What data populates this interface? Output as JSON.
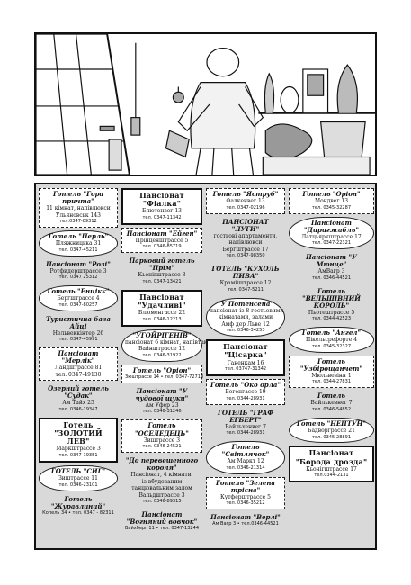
{
  "ads": {
    "c1": [
      {
        "style": "dash",
        "title": "Готель \"Гора причта\"",
        "lines": [
          "11 кімнат, напівлюкси",
          "Ульяновськ 143"
        ],
        "phone": "тел.0347-89312"
      },
      {
        "style": "oval",
        "title": "Готель \"Перль\"",
        "lines": [
          "Пляжницька 31"
        ],
        "phone": "тел. 0347-45211"
      },
      {
        "style": "plain",
        "title": "Пансіонат \"Розі\"",
        "lines": [
          "Ротфидерштрассе 3"
        ],
        "phone": "тел. 0347 25312"
      },
      {
        "style": "oval",
        "title": "Готель \"Енцікк\"",
        "lines": [
          "Бергштрассе 4"
        ],
        "phone": "тел. 0347-80257"
      },
      {
        "style": "plain",
        "title": "Туристична база Айці",
        "lines": [
          "Нельвеккінтер 26"
        ],
        "phone": "тел. 0347-45991"
      },
      {
        "style": "dash",
        "title": "Пансіонат \"Мерлік\"",
        "lines": [
          "Ландштрассе 81",
          "тел. 0347-49130"
        ],
        "phone": ""
      },
      {
        "style": "plain",
        "title": "Озерний готель \"Судак\"",
        "lines": [
          "Ам Тайх 25"
        ],
        "phone": "тел. 0346-19347"
      },
      {
        "style": "thick",
        "title": "Готель \"ЗОЛОТИЙ ЛЕВ\"",
        "lines": [
          "Маркштрассе 3"
        ],
        "phone": "тел. 0347-19351"
      },
      {
        "style": "oval",
        "title": "ГОТЕЛЬ \"СИГ\"",
        "lines": [
          "Зиштрассе 11"
        ],
        "phone": "тел. 0346-23101"
      },
      {
        "style": "plain",
        "title": "Готель \"Журавлиний\"",
        "lines": [],
        "phone": "Копель 34 • тел. 0347 - 82311"
      }
    ],
    "c2": [
      {
        "style": "thick",
        "title": "Пансіонат \"Фіалка\"",
        "lines": [
          "Блютенвег 13"
        ],
        "phone": "тел. 0347-11342"
      },
      {
        "style": "dash",
        "title": "Пансіонат \"Ейген\"",
        "lines": [
          "Прінценштрассе 5"
        ],
        "phone": "тел. 0346-85719"
      },
      {
        "style": "plain",
        "title": "Парковий готель \"Прім\"",
        "lines": [
          "Кьонігштрассе 8"
        ],
        "phone": "тел. 0347-13421"
      },
      {
        "style": "thick",
        "title": "Пансіонат \"Удачливі\"",
        "lines": [
          "Блюменгассе 22"
        ],
        "phone": "тел. 0346-12213"
      },
      {
        "style": "oval",
        "title": "\"УГОЙРІГЕНІВ\"",
        "lines": [
          "пансіонат 6 кімнат, напівтаклюкси",
          "Вайнштрассе 12"
        ],
        "phone": "тел. 0346-31922"
      },
      {
        "style": "dash",
        "title": "Готель \"Оріон\"",
        "lines": [],
        "phone": "Зюштрассе 14 • тел. 0347-72713"
      },
      {
        "style": "plain",
        "title": "Пансіонат \"У чудової щуки\"",
        "lines": [
          "Ам Уфер 23"
        ],
        "phone": "тел. 0346-31246"
      },
      {
        "style": "dash",
        "title": "Готель \"ОСЕЛЕДЕЦЬ\"",
        "lines": [
          "Зиштрассе 3"
        ],
        "phone": "тел. 0346-24521"
      },
      {
        "style": "plain",
        "title": "\"До перевешенного короля\"",
        "lines": [
          "Пансіонат, 4 кімнати,",
          "із вбудованим",
          "танцювальним залом",
          "Вальдштрассе 3"
        ],
        "phone": "тел. 0346-89315"
      },
      {
        "style": "plain",
        "title": "Пансіонат \"Вогняний вовчок\"",
        "lines": [],
        "phone": "Вайхберг 11 • тел. 0347-13244"
      }
    ],
    "c3": [
      {
        "style": "dash",
        "title": "Готель \"Яструб\"",
        "lines": [
          "Фалкенвег 13"
        ],
        "phone": "тел. 0347-02196"
      },
      {
        "style": "plain",
        "title": "ПАНСІОНАТ \"ЛУГИ\"",
        "lines": [
          "гостьові апартаменти,",
          "напівлюкси",
          "Бергштрассе 17"
        ],
        "phone": "тел. 0347-98350"
      },
      {
        "style": "plain",
        "title": "ГОТЕЛЬ \"КУХОЛЬ ПИВА\"",
        "lines": [
          "Крамйштрассе 12"
        ],
        "phone": "тел. 0347-5211"
      },
      {
        "style": "oval",
        "title": "\"У Потенсена\"",
        "lines": [
          "пансіонат із 8 гостьовими",
          "кімнатами, залами",
          "Амф дер Льве 12"
        ],
        "phone": "тел. 0346-34253"
      },
      {
        "style": "thick",
        "title": "Пансіонат \"Цісарка\"",
        "lines": [
          "Ганенкам 16"
        ],
        "phone": "тел. 03747-31342"
      },
      {
        "style": "dash",
        "title": "Готель \"Око орла\"",
        "lines": [
          "Богенгассе 19"
        ],
        "phone": "тел. 0344-28931"
      },
      {
        "style": "plain",
        "title": "ГОТЕЛЬ \"ГРАФ ЕГБЕРТ\"",
        "lines": [
          "Вайльхенвег 7"
        ],
        "phone": "тел. 0344-28931"
      },
      {
        "style": "oval",
        "title": "Готель \"Світлячок\"",
        "lines": [
          "Ам Маркт 12"
        ],
        "phone": "тел. 0346-21314"
      },
      {
        "style": "dash",
        "title": "Готель \"Зелена трісна\"",
        "lines": [
          "Кутферштрассе 5"
        ],
        "phone": "тел. 0346-35212"
      },
      {
        "style": "plain",
        "title": "Пансіонат \"Верлі\"",
        "lines": [],
        "phone": "Ам Ваґр 3 • тел.0346-44521"
      }
    ],
    "c4": [
      {
        "style": "dash",
        "title": "Готель \"Оріон\"",
        "lines": [
          "Мондвег 13"
        ],
        "phone": "тел. 0345-32287"
      },
      {
        "style": "oval",
        "title": "Пансіонат \"Диригжабль\"",
        "lines": [
          "Латцьяркштрассе 17"
        ],
        "phone": "тел. 0347-22321"
      },
      {
        "style": "plain",
        "title": "Пансіонат \"У Мюнце\"",
        "lines": [
          "АмВагр 3"
        ],
        "phone": "тел. 0346-44521"
      },
      {
        "style": "plain",
        "title": "Готель \"ВЕЛЬШІВНИЙ КОРОЛЬ\"",
        "lines": [
          "Пьотештрассе 5"
        ],
        "phone": "тел. 0344-42523"
      },
      {
        "style": "oval",
        "title": "Готель \"Ангел\"",
        "lines": [
          "Пікельсрефорте 4"
        ],
        "phone": "тел. 0345-32327"
      },
      {
        "style": "dash",
        "title": "Готель \"Узбірощанчет\"",
        "lines": [
          "Мюльвезінн 1"
        ],
        "phone": "тел. 0344-27831"
      },
      {
        "style": "plain",
        "title": "Готель",
        "lines": [
          "Вайлькевнег 7"
        ],
        "phone": "тел. 0346-54852"
      },
      {
        "style": "oval",
        "title": "Готель \"НЕПТУН\"",
        "lines": [
          "Бадворграссе 21"
        ],
        "phone": "тел. 0345-28891"
      },
      {
        "style": "thick",
        "title": "Пансіонат \"Борода дрозда\"",
        "lines": [
          "Кьонігштрассе 17"
        ],
        "phone": "тел.0344-2131"
      }
    ]
  }
}
